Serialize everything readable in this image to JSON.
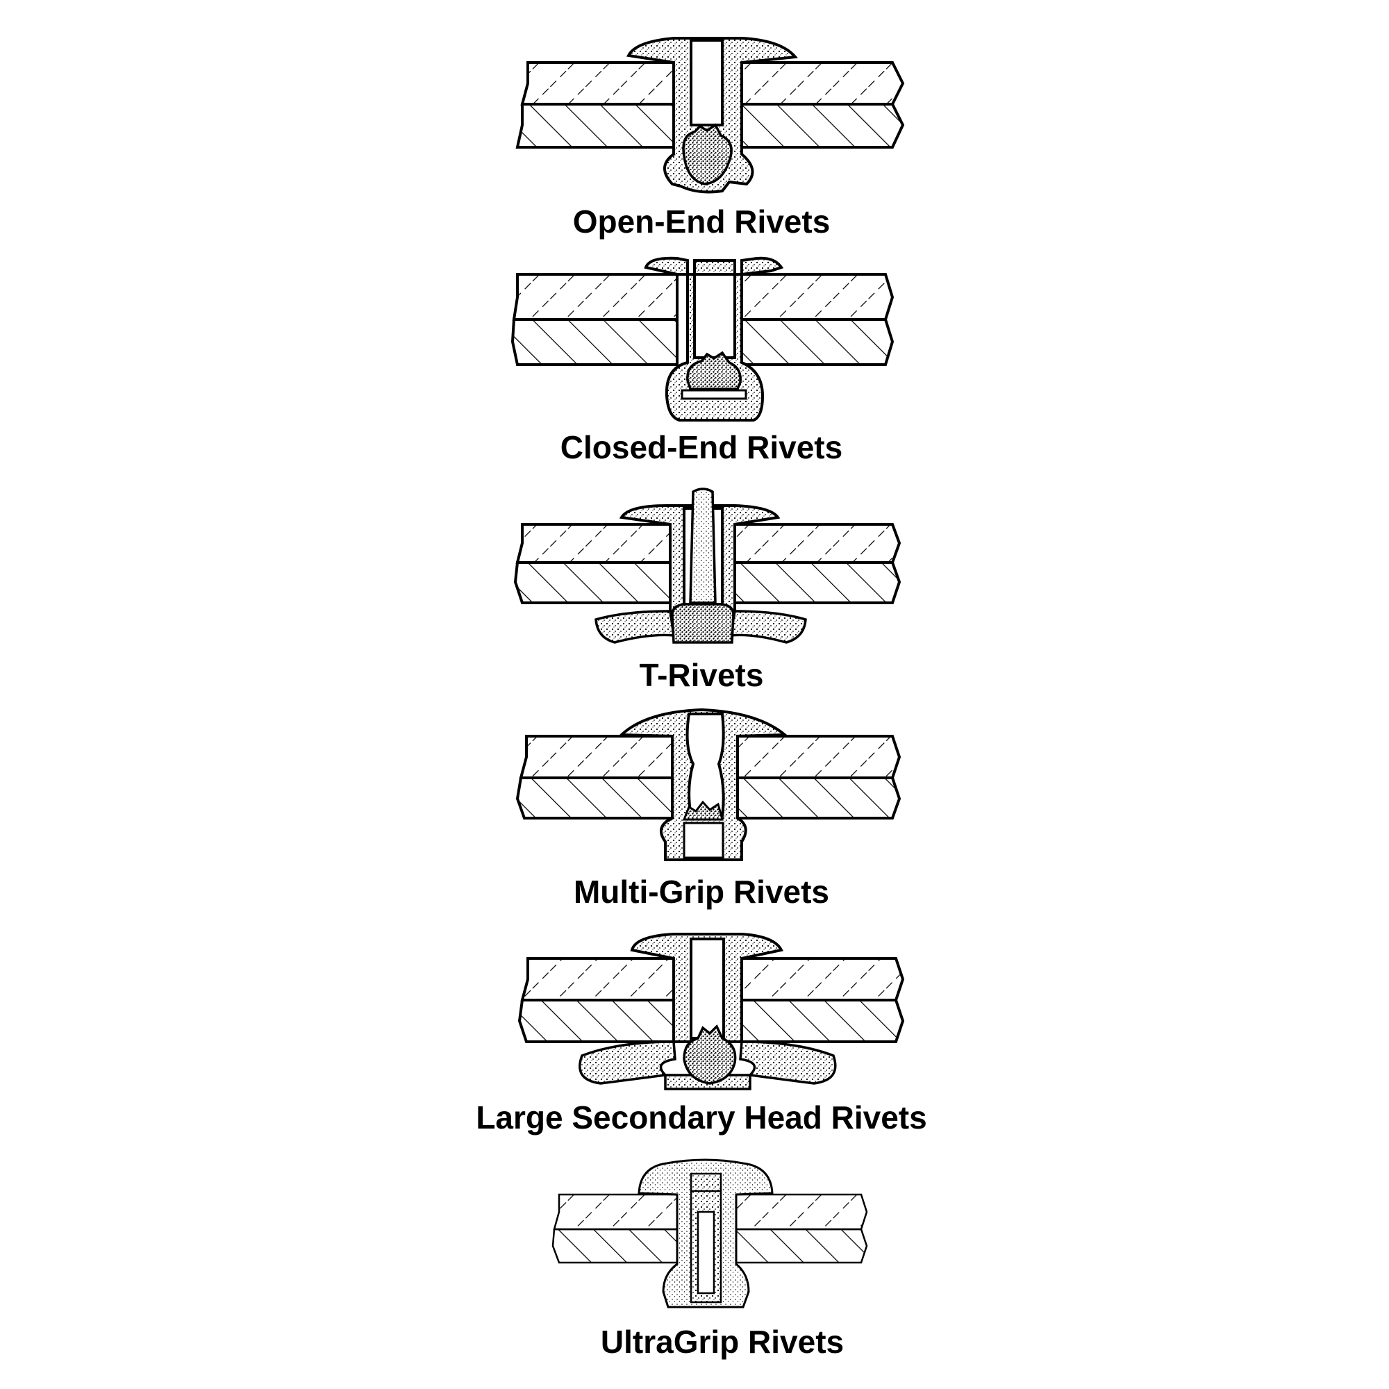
{
  "colors": {
    "ink": "#000000",
    "paper": "#ffffff"
  },
  "panels": [
    {
      "id": "open-end",
      "caption": "Open-End Rivets"
    },
    {
      "id": "closed-end",
      "caption": "Closed-End Rivets"
    },
    {
      "id": "t-rivet",
      "caption": "T-Rivets"
    },
    {
      "id": "multi-grip",
      "caption": "Multi-Grip Rivets"
    },
    {
      "id": "large-secondary-head",
      "caption": "Large Secondary Head Rivets"
    },
    {
      "id": "ultragrip",
      "caption": "UltraGrip Rivets"
    }
  ]
}
